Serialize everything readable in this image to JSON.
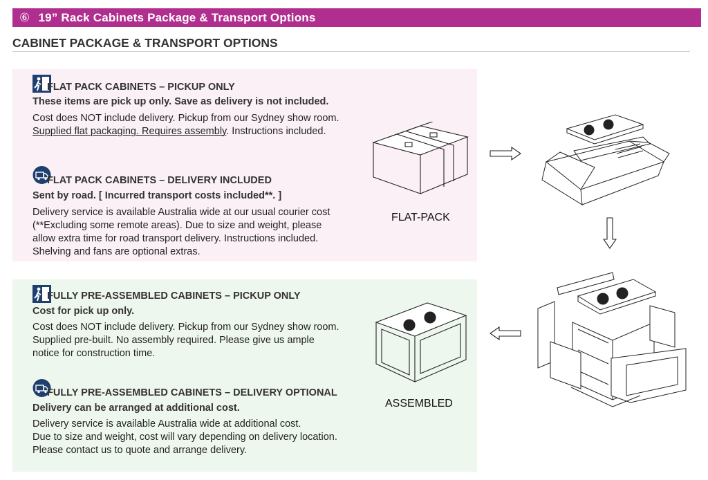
{
  "banner": {
    "number": "⑥",
    "title": "19” Rack Cabinets Package & Transport Options"
  },
  "heading": "CABINET PACKAGE & TRANSPORT OPTIONS",
  "sections": [
    {
      "icon": "pickup-exit-icon",
      "title": "FLAT PACK CABINETS – PICKUP ONLY",
      "subtitle": "These items are pick up only. Save as delivery is not included.",
      "body": [
        "Cost does NOT include delivery. Pickup from our Sydney show room."
      ],
      "body_underlined": "Supplied flat packaging. Requires assembly",
      "body_tail": ". Instructions included."
    },
    {
      "icon": "delivery-truck-icon",
      "title": "FLAT PACK CABINETS – DELIVERY INCLUDED",
      "subtitle": "Sent by road. [ Incurred transport costs included**. ]",
      "body": [
        "Delivery service is available Australia wide at our usual courier cost",
        "(**Excluding some remote areas). Due to size and weight, please",
        "allow extra time for road transport delivery. Instructions included.",
        "Shelving and fans are optional extras."
      ]
    },
    {
      "icon": "pickup-exit-icon",
      "title": "FULLY PRE-ASSEMBLED CABINETS – PICKUP ONLY",
      "subtitle": "Cost for pick up only.",
      "body": [
        "Cost does NOT include delivery. Pickup from our Sydney show room.",
        "Supplied pre-built. No assembly required. Please give us ample",
        "notice for construction time."
      ]
    },
    {
      "icon": "delivery-truck-icon",
      "title": "FULLY PRE-ASSEMBLED CABINETS – DELIVERY OPTIONAL",
      "subtitle": "Delivery can be arranged at additional cost.",
      "body": [
        "Delivery service is available Australia wide at additional cost.",
        "Due to size and weight, cost will vary depending on delivery location.",
        "Please contact us to quote and arrange delivery."
      ]
    }
  ],
  "labels": {
    "flat_pack": "FLAT-PACK",
    "assembled": "ASSEMBLED"
  },
  "colors": {
    "banner": "#b02e8e",
    "pink_panel": "#fbf0f5",
    "green_panel": "#eef7ee",
    "icon": "#1f3f6e"
  }
}
